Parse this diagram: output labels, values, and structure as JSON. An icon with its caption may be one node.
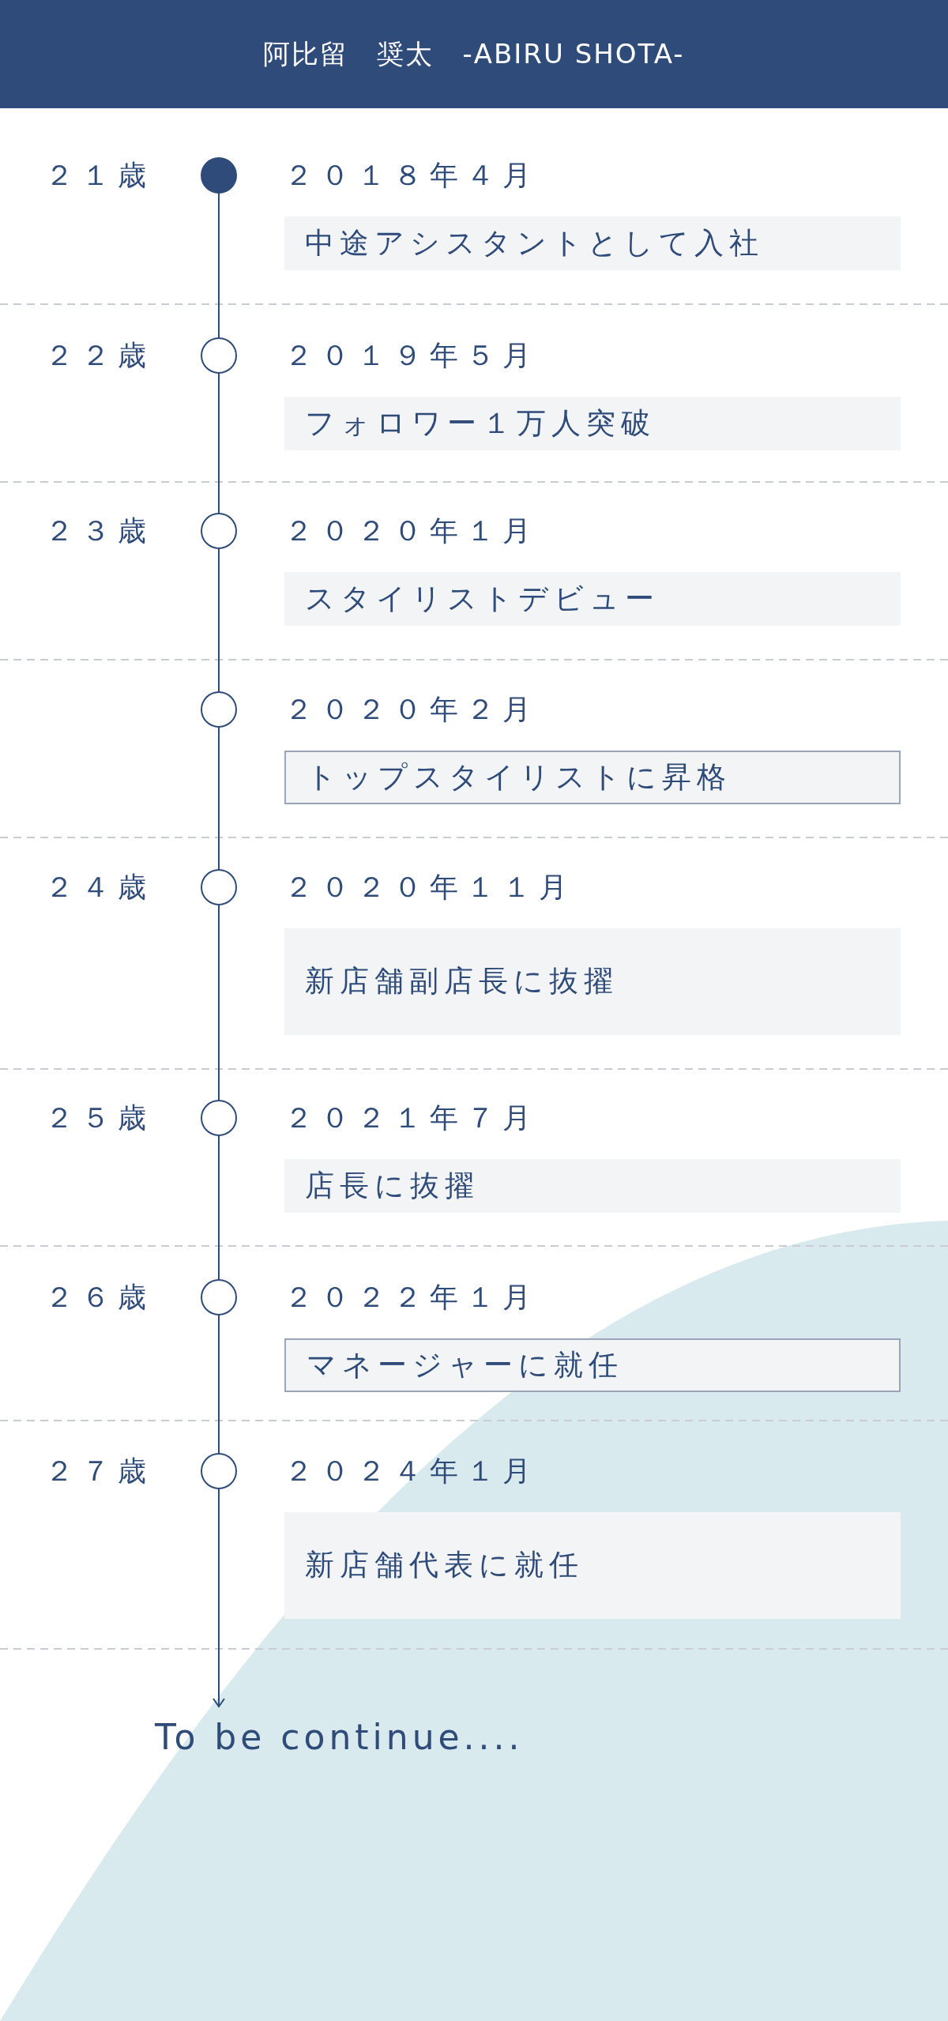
{
  "diagram": {
    "title": "阿比留　奨太　-ABIRU SHOTA-",
    "nodes": [
      {
        "text": [],
        "shape": "dot"
      },
      {
        "text": [
          "２０１８年４月",
          "中途アシスタントとして入社"
        ]
      },
      {
        "text": [],
        "shape": "circle"
      },
      {
        "text": [
          "２０１９年５月",
          "フォロワー１万人突破"
        ]
      },
      {
        "text": [],
        "shape": "circle"
      },
      {
        "text": [
          "２０２０年１月",
          "スタイリストデビュー"
        ]
      },
      {
        "text": [],
        "shape": "circle"
      },
      {
        "text": [
          "２０２０年２月",
          "トップスタイリストに昇格"
        ]
      },
      {
        "text": [],
        "shape": "circle"
      },
      {
        "text": [
          "２０２０年１１月",
          "新店舗副店長に抜擢"
        ]
      },
      {
        "text": [],
        "shape": "circle"
      },
      {
        "text": [
          "２０２１年７月",
          "店長に抜擢"
        ]
      },
      {
        "text": [],
        "shape": "circle"
      },
      {
        "text": [
          "２０２２年１月",
          "マネージャーに就任"
        ]
      },
      {
        "text": [],
        "shape": "circle"
      },
      {
        "text": [
          "２０２４年１月",
          "新店舗代表に就任"
        ]
      },
      {
        "text": [
          "To be continue...."
        ]
      }
    ],
    "edges": [
      {
        "from": 0,
        "to": 2,
        "arrow": "none"
      },
      {
        "from": 2,
        "to": 4,
        "arrow": "none"
      },
      {
        "from": 4,
        "to": 6,
        "arrow": "none"
      },
      {
        "from": 6,
        "to": 8,
        "arrow": "none"
      },
      {
        "from": 8,
        "to": 10,
        "arrow": "none"
      },
      {
        "from": 10,
        "to": 12,
        "arrow": "none"
      },
      {
        "from": 12,
        "to": 14,
        "arrow": "none"
      },
      {
        "from": 14,
        "to": 16,
        "arrow": "to"
      }
    ],
    "labels": [
      "２１歳",
      "２２歳",
      "２３歳",
      "２４歳",
      "２５歳",
      "２６歳",
      "２７歳"
    ]
  }
}
